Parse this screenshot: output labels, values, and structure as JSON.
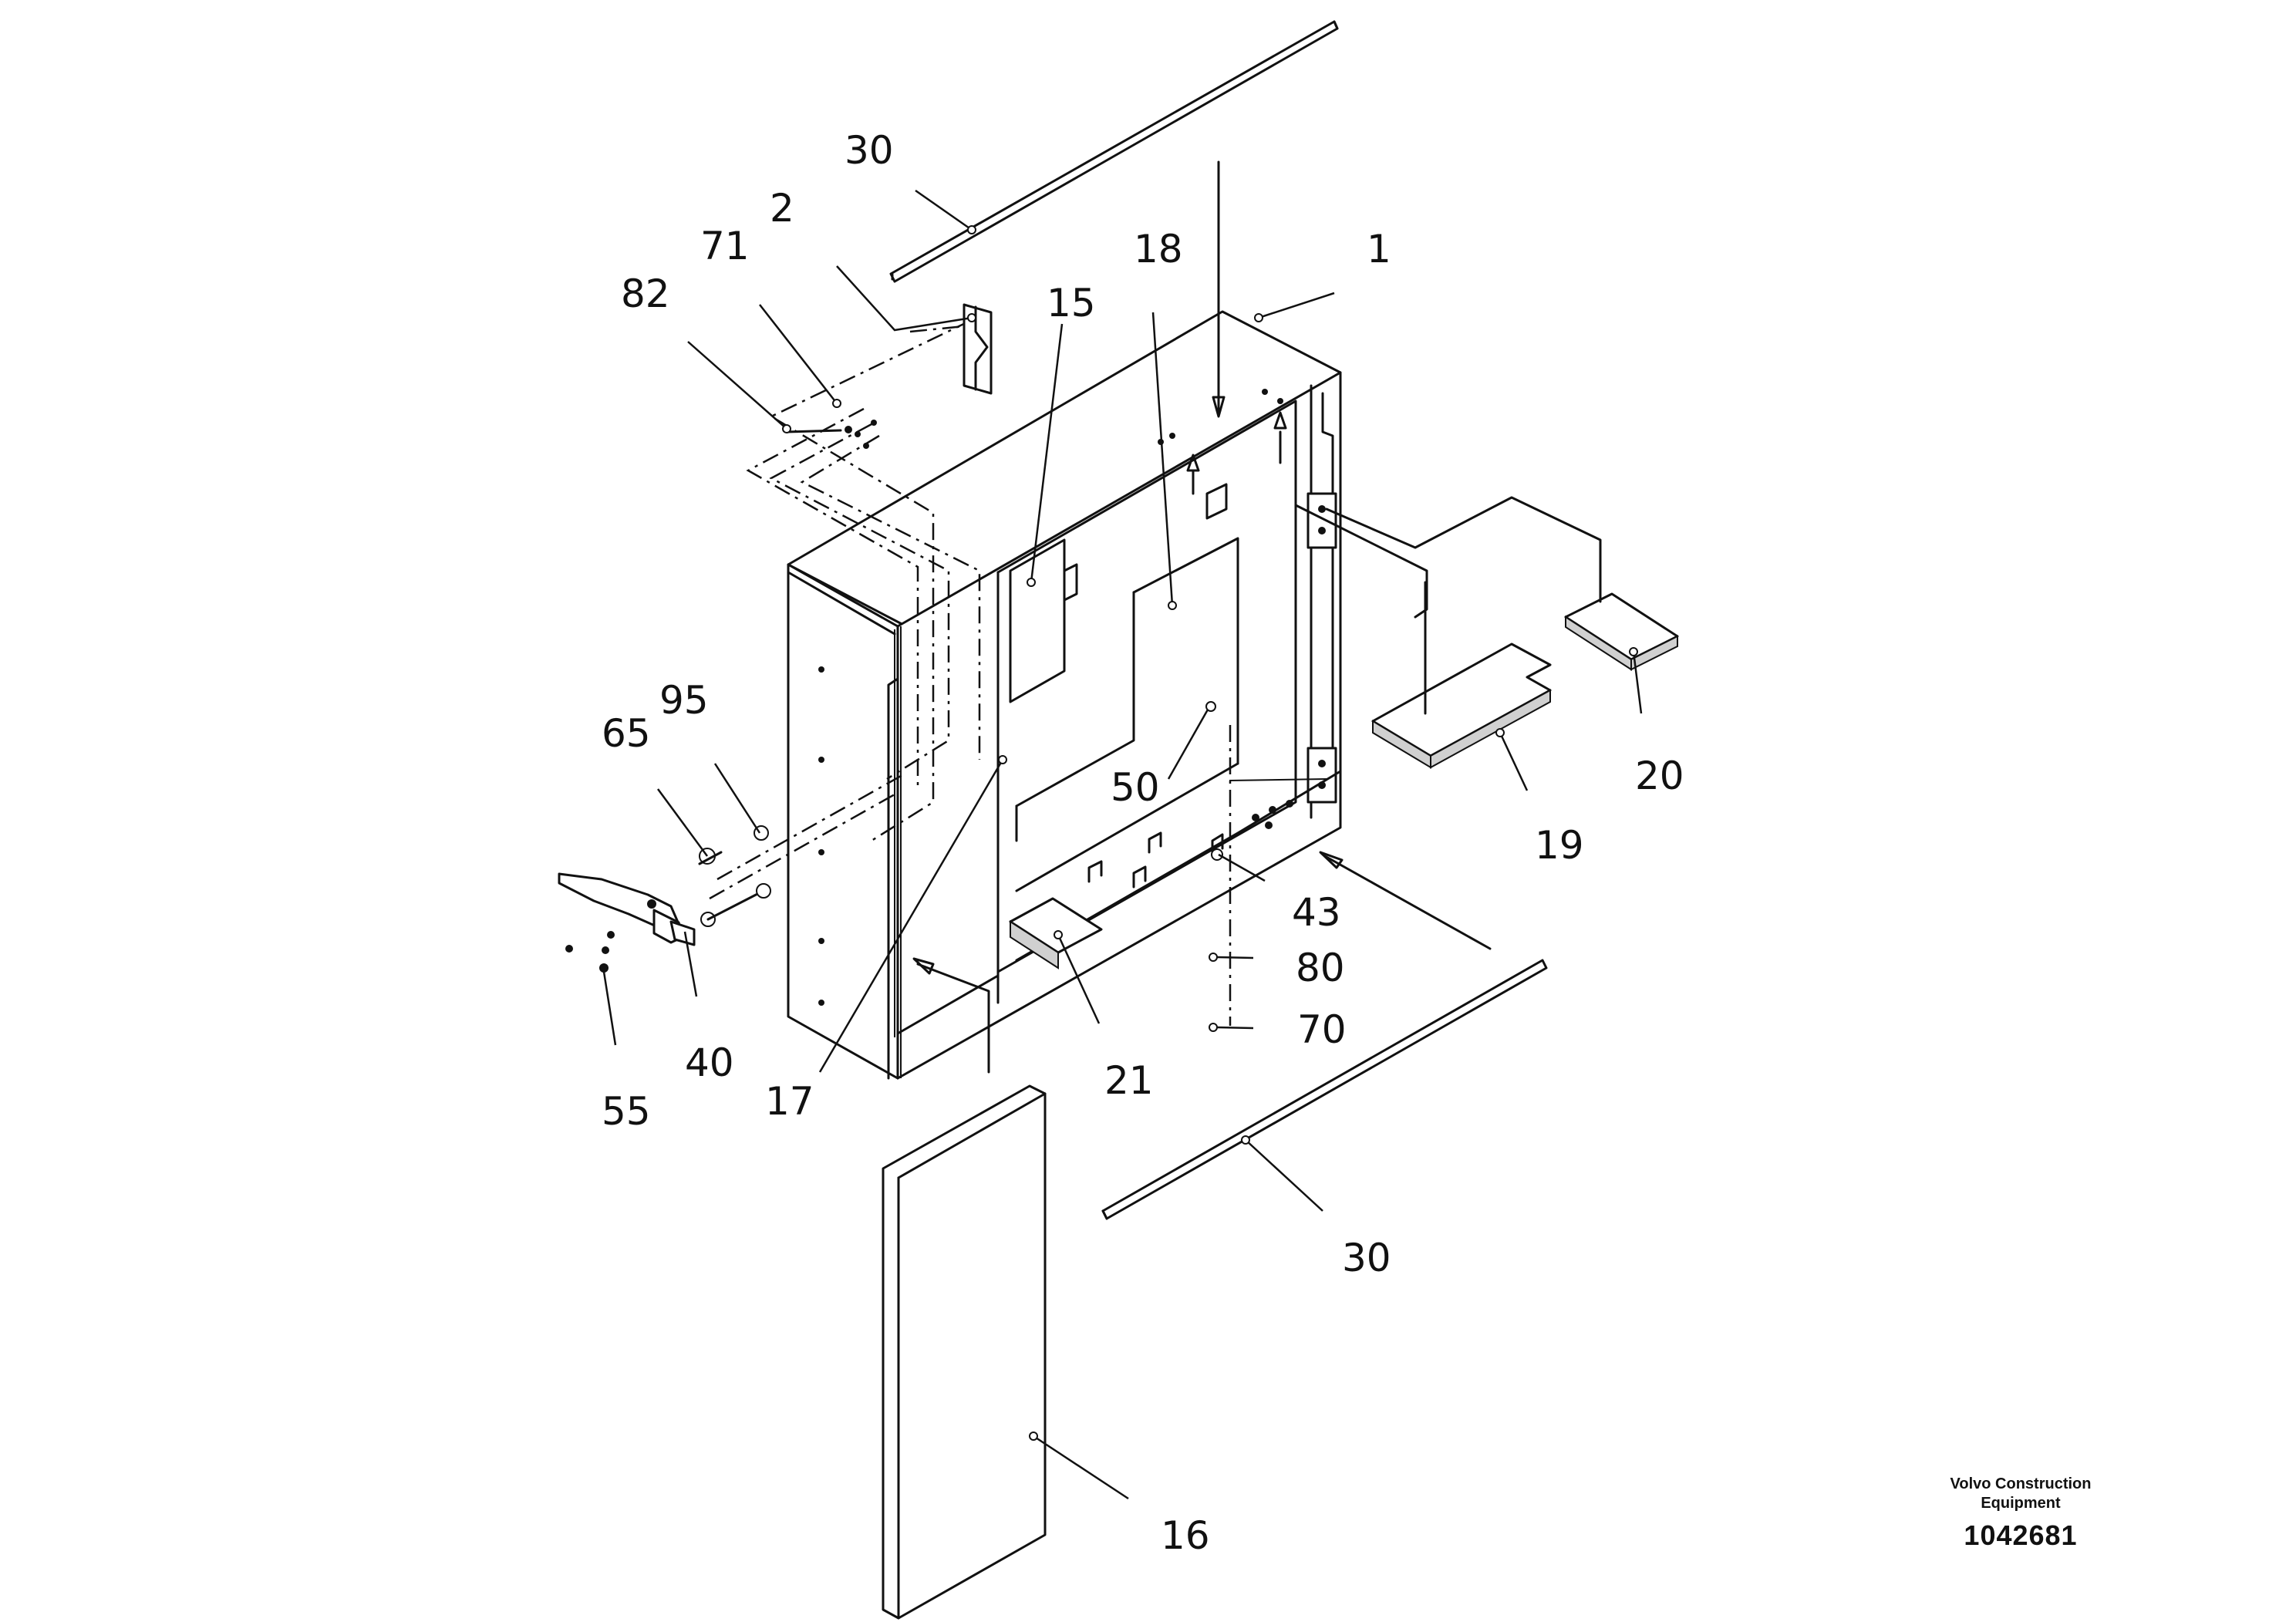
{
  "diagram": {
    "labels": [
      "30",
      "2",
      "71",
      "82",
      "18",
      "1",
      "15",
      "95",
      "65",
      "50",
      "20",
      "19",
      "43",
      "80",
      "70",
      "40",
      "17",
      "55",
      "21",
      "30",
      "16"
    ]
  },
  "footer": {
    "brand_line1": "Volvo Construction",
    "brand_line2": "Equipment",
    "drawing_number": "1042681"
  }
}
